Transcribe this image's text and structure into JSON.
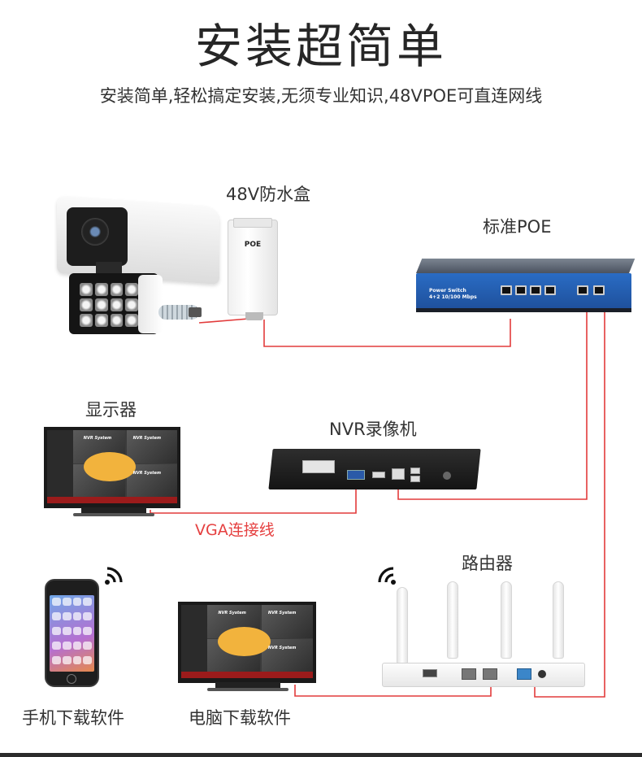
{
  "title": "安装超简单",
  "subtitle": "安装简单,轻松搞定安装,无须专业知识,48VPOE可直连网线",
  "labels": {
    "waterproof_box": "48V防水盒",
    "poe_switch": "标准POE",
    "monitor": "显示器",
    "nvr": "NVR录像机",
    "vga_cable": "VGA连接线",
    "router": "路由器",
    "phone_app": "手机下载软件",
    "pc_app": "电脑下载软件"
  },
  "device_text": {
    "waterproof_box_badge": "POE",
    "switch_model": "Power Switch",
    "switch_spec": "4+2 10/100 Mbps",
    "nvr_screen_title": "NVR System"
  },
  "colors": {
    "cable": "#e23b3b",
    "switch_face": "#2a6cc4",
    "monitor_bar": "#9b1b1b"
  },
  "icons": {
    "phone_wifi": "wifi-icon",
    "router_wifi": "wifi-icon"
  }
}
